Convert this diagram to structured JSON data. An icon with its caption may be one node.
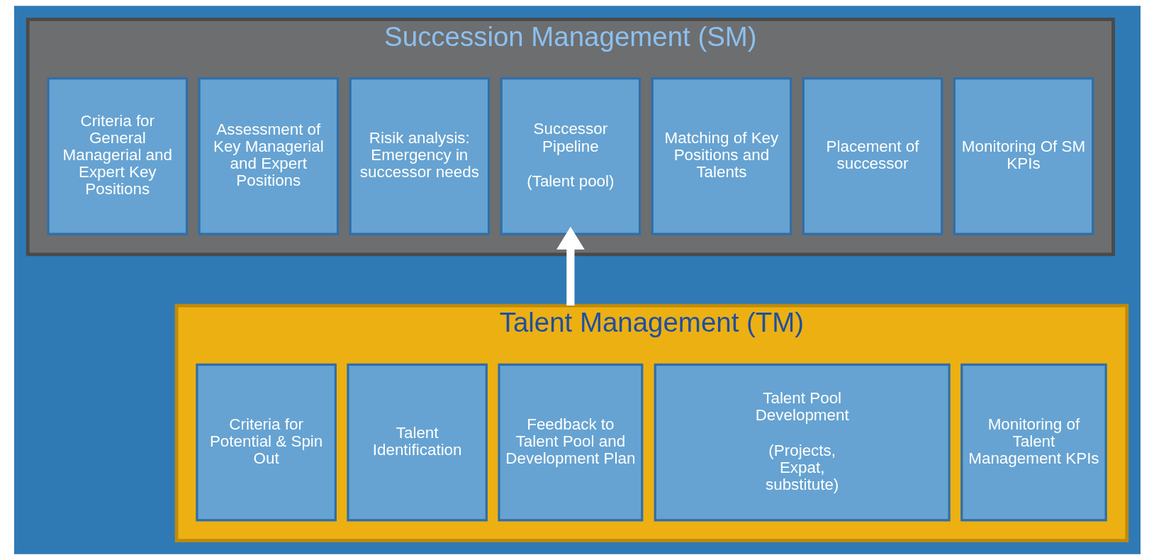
{
  "diagram": {
    "nodes": [
      {
        "text": [
          "Succession Management (SM)"
        ]
      },
      {
        "text": [
          "Criteria for General Managerial and Expert Key Positions"
        ],
        "in": 0
      },
      {
        "text": [
          "Assessment of Key Managerial and Expert Positions"
        ],
        "in": 0
      },
      {
        "text": [
          "Risik analysis: Emergency in successor needs"
        ],
        "in": 0
      },
      {
        "text": [
          "Successor Pipeline",
          "(Talent pool)"
        ],
        "in": 0
      },
      {
        "text": [
          "Matching of Key Positions and Talents"
        ],
        "in": 0
      },
      {
        "text": [
          "Placement of successor"
        ],
        "in": 0
      },
      {
        "text": [
          "Monitoring Of SM KPIs"
        ],
        "in": 0
      },
      {
        "text": [
          "Talent Management (TM)"
        ]
      },
      {
        "text": [
          "Criteria for Potential & Spin Out"
        ],
        "in": 8
      },
      {
        "text": [
          "Talent Identification"
        ],
        "in": 8
      },
      {
        "text": [
          "Feedback to Talent Pool and Development Plan"
        ],
        "in": 8
      },
      {
        "text": [
          "Talent Pool Development",
          "(Projects, Expat, substitute)"
        ],
        "in": 8
      },
      {
        "text": [
          "Monitoring of Talent Management KPIs"
        ],
        "in": 8
      }
    ],
    "edges": [
      {
        "from": 8,
        "to": 4,
        "arrow": "to",
        "color": "#ffffff"
      }
    ]
  }
}
